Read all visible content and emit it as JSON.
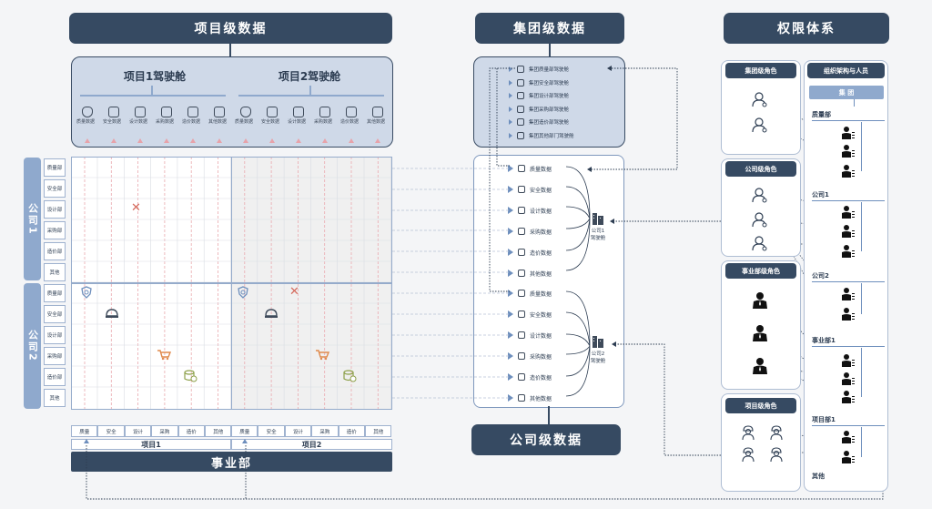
{
  "headers": {
    "project_level": "项目级数据",
    "group_level": "集团级数据",
    "permission": "权限体系",
    "company_level": "公司级数据",
    "business_unit": "事业部"
  },
  "cockpits": {
    "project1": "项目1驾驶舱",
    "project2": "项目2驾驶舱"
  },
  "data_icons": [
    {
      "label": "质量数据",
      "icon": "shield-icon"
    },
    {
      "label": "安全数据",
      "icon": "helmet-icon"
    },
    {
      "label": "设计数据",
      "icon": "tools-icon"
    },
    {
      "label": "采购数据",
      "icon": "cart-icon"
    },
    {
      "label": "造价数据",
      "icon": "coins-icon"
    },
    {
      "label": "其他数据",
      "icon": "badge-icon"
    }
  ],
  "companies": [
    {
      "label": "公司1",
      "depts": [
        "质量部",
        "安全部",
        "设计部",
        "采购部",
        "造价部",
        "其他"
      ]
    },
    {
      "label": "公司2",
      "depts": [
        "质量部",
        "安全部",
        "设计部",
        "采购部",
        "造价部",
        "其他"
      ]
    }
  ],
  "bottom_depts": [
    "质量",
    "安全",
    "设计",
    "采购",
    "造价",
    "其他"
  ],
  "projects": [
    "项目1",
    "项目2"
  ],
  "group_items": [
    "集团质量部驾驶舱",
    "集团安全部驾驶舱",
    "集团设计部驾驶舱",
    "集团采购部驾驶舱",
    "集团造价部驾驶舱",
    "集团其他部门驾驶舱"
  ],
  "company_items": [
    "质量数据",
    "安全数据",
    "设计数据",
    "采购数据",
    "造价数据",
    "其他数据"
  ],
  "company_cockpits": [
    "公司1\n驾驶舱",
    "公司2\n驾驶舱"
  ],
  "roles": {
    "group": "集团级角色",
    "company": "公司级角色",
    "bu": "事业部级角色",
    "project": "项目级角色"
  },
  "org": {
    "title": "组织架构与人员",
    "group": "集 团",
    "nodes": [
      "质量部",
      "公司1",
      "公司2",
      "事业部1",
      "项目部1",
      "其他"
    ]
  },
  "colors": {
    "dark": "#364a62",
    "accent": "#6e8fbd",
    "pink": "#e7a3aa"
  }
}
